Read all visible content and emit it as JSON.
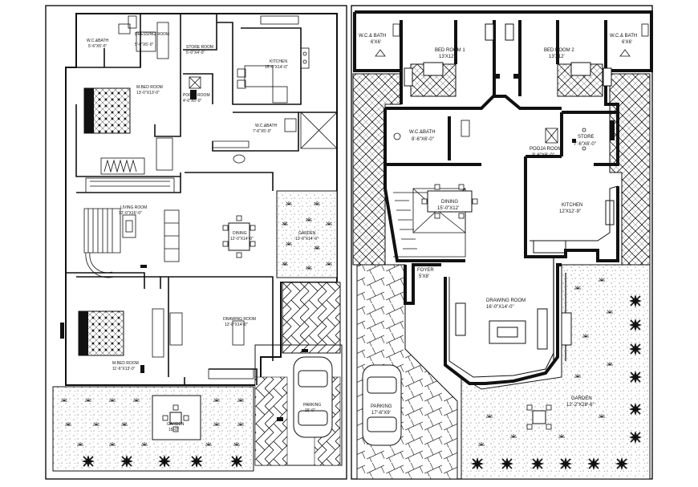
{
  "left_plan": {
    "rooms": [
      {
        "id": "wc-bath-1",
        "name": "W.C.&BATH",
        "dim": "5'-6\"X5'-6\""
      },
      {
        "id": "dressing",
        "name": "DRESSING ROOM",
        "dim": "5'-0\"X5'-0\""
      },
      {
        "id": "store",
        "name": "STORE ROOM",
        "dim": "5'-0\"X4'-0\""
      },
      {
        "id": "kitchen",
        "name": "KITCHEN",
        "dim": "15'-0\"X14'-0\""
      },
      {
        "id": "mbed-1",
        "name": "M.BED ROOM",
        "dim": "13'-0\"X13'-0\""
      },
      {
        "id": "pooja",
        "name": "POOJA ROOM",
        "dim": "4'-0\"X5'-0\""
      },
      {
        "id": "wc-bath-2",
        "name": "W.C.&BATH",
        "dim": "7'-6\"X5'-0\""
      },
      {
        "id": "living",
        "name": "LIVING ROOM",
        "dim": "12'-0\"X16'-0\""
      },
      {
        "id": "dining",
        "name": "DINING",
        "dim": "12'-0\"X14'-0\""
      },
      {
        "id": "garden-1",
        "name": "GARDEN",
        "dim": "12'-0\"X14'-0\""
      },
      {
        "id": "drawing",
        "name": "DRAWING ROOM",
        "dim": "12'-0\"X14'-0\""
      },
      {
        "id": "mbed-2",
        "name": "M.BED ROOM",
        "dim": "11'-6\"X13'-0\""
      },
      {
        "id": "parking-1",
        "name": "PARKING",
        "dim": "15'-0\""
      },
      {
        "id": "garden-2",
        "name": "GARDEN",
        "dim": "15'-0\""
      }
    ]
  },
  "right_plan": {
    "rooms": [
      {
        "id": "r-wc-a",
        "name": "W.C.& BATH",
        "dim": "6'X6'"
      },
      {
        "id": "r-bed-1",
        "name": "BED ROOM 1",
        "dim": "13'X12'"
      },
      {
        "id": "r-bed-2",
        "name": "BED ROOM 2",
        "dim": "13'X12'"
      },
      {
        "id": "r-wc-b",
        "name": "W.C.& BATH",
        "dim": "6'X6'"
      },
      {
        "id": "r-wc-c",
        "name": "W.C.&BATH",
        "dim": "8'-6\"X6'-0\""
      },
      {
        "id": "r-pooja",
        "name": "POOJA ROOM",
        "dim": "3'-6\"X6'-0\""
      },
      {
        "id": "r-store",
        "name": "STORE",
        "dim": "7'-6\"X6'-0\""
      },
      {
        "id": "r-dining",
        "name": "DINING",
        "dim": "15'-0\"X12'"
      },
      {
        "id": "r-kitchen",
        "name": "KITCHEN",
        "dim": "12'X12'-9\""
      },
      {
        "id": "r-foyer",
        "name": "FOYER",
        "dim": "5'X8'"
      },
      {
        "id": "r-drawing",
        "name": "DRAWING ROOM",
        "dim": "16'-0\"X14'-0\""
      },
      {
        "id": "r-parking",
        "name": "PARKING",
        "dim": "17'-6\"X9'"
      },
      {
        "id": "r-garden",
        "name": "GARDEN",
        "dim": "12'-2\"X28'-6\""
      }
    ]
  },
  "colors": {
    "line": "#111111",
    "background": "#ffffff"
  }
}
